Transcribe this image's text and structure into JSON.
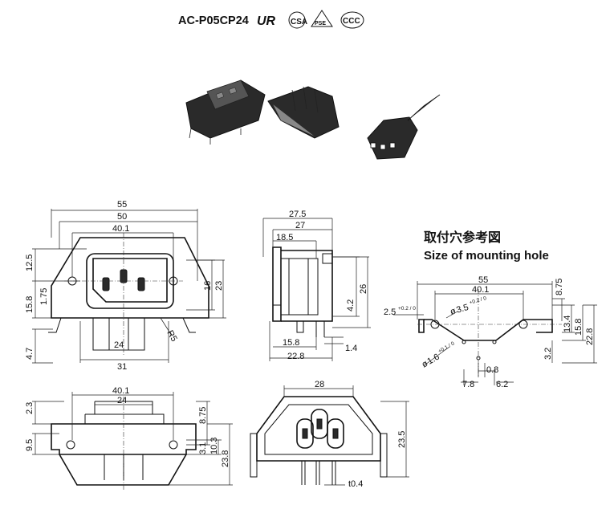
{
  "header": {
    "model": "AC-P05CP24",
    "certs": [
      "UR",
      "CSA",
      "PSE",
      "CCC"
    ]
  },
  "mounting": {
    "title_jp": "取付穴参考図",
    "title_en": "Size of mounting hole"
  },
  "front_view": {
    "d55": "55",
    "d50": "50",
    "d40_1": "40.1",
    "d12_5": "12.5",
    "d15_8": "15.8",
    "d1_75": "1.75",
    "d16": "16",
    "d23": "23",
    "d4_7": "4.7",
    "d24": "24",
    "d31": "31",
    "r5": "R5"
  },
  "side_view": {
    "d27_5": "27.5",
    "d27": "27",
    "d18_5": "18.5",
    "d4_2": "4.2",
    "d26": "26",
    "d15_8": "15.8",
    "d22_8": "22.8",
    "d1_4": "1.4"
  },
  "hole_view": {
    "d55": "55",
    "d40_1": "40.1",
    "d8_75": "8.75",
    "d2_5": "2.5",
    "tol_2_5": "+0.2 / 0",
    "d3_5": "3.5",
    "tol_3_5": "+0.2 / 0",
    "d13_4": "13.4",
    "d15_8": "15.8",
    "d22_8": "22.8",
    "d1_6": "1.6",
    "tol_1_6": "+0.1 / 0",
    "d3_2": "3.2",
    "d0_8": "0.8",
    "d7_8": "7.8",
    "d6_2": "6.2",
    "phi": "ø"
  },
  "bottom_view": {
    "d2_3": "2.3",
    "d40_1": "40.1",
    "d24": "24",
    "d8_75": "8.75",
    "d9_5": "9.5",
    "d3_1": "3.1",
    "d10_3": "10.3",
    "d23_8": "23.8"
  },
  "rear_view": {
    "d28": "28",
    "d23_5": "23.5",
    "t0_4": "t0.4"
  }
}
